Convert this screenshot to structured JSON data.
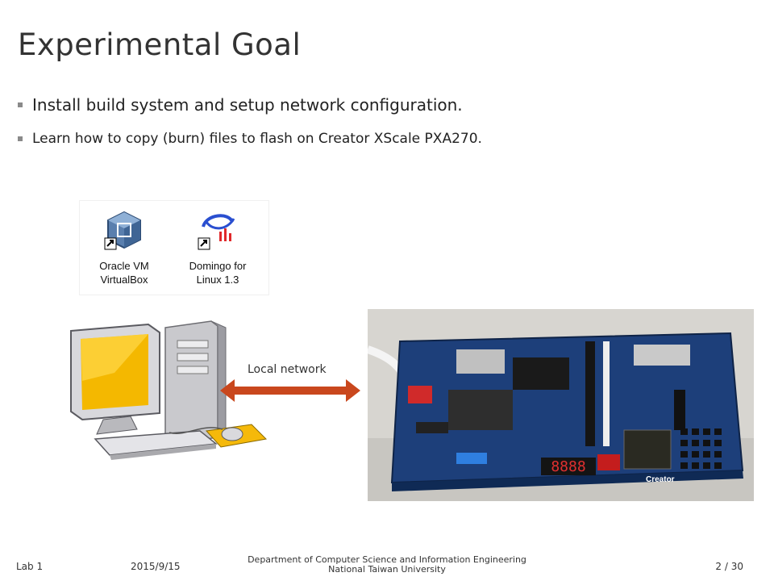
{
  "slide": {
    "title": "Experimental Goal",
    "bullets": [
      "Install build system and setup network configuration.",
      "Learn how to copy (burn) files to flash on Creator XScale PXA270."
    ]
  },
  "desktop_icons": [
    {
      "icon": "virtualbox-icon",
      "line1": "Oracle VM",
      "line2": "VirtualBox"
    },
    {
      "icon": "domingo-icon",
      "line1": "Domingo for",
      "line2": "Linux 1.3"
    }
  ],
  "diagram": {
    "network_label": "Local network",
    "arrow_color": "#c9471d",
    "board_brand": "Creator",
    "board_display": "8888"
  },
  "footer": {
    "lab": "Lab 1",
    "date": "2015/9/15",
    "dept_line1": "Department of Computer Science and Information Engineering",
    "dept_line2": "National Taiwan University",
    "page_current": "2",
    "page_sep": "/",
    "page_total": "30"
  }
}
